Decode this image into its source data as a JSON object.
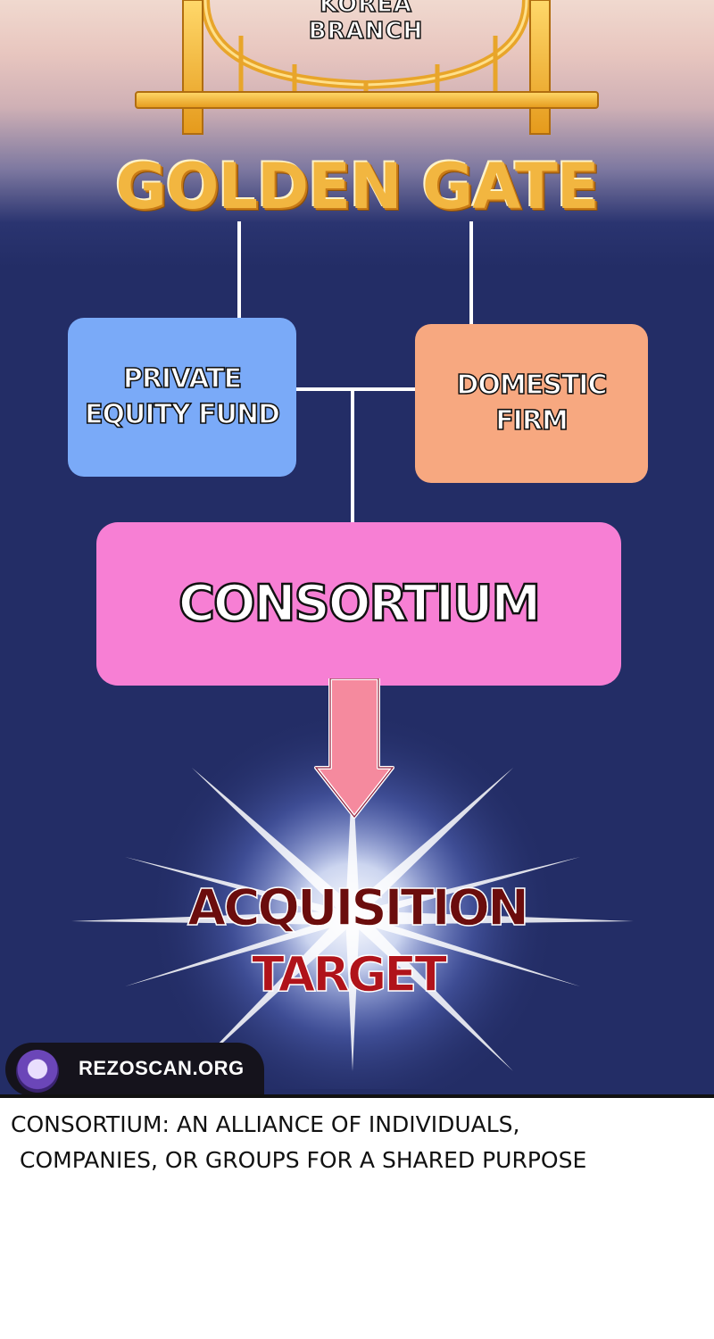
{
  "header": {
    "branch_label": "KOREA BRANCH",
    "company_name": "GOLDEN GATE"
  },
  "diagram": {
    "nodes": [
      {
        "id": "pef",
        "label": "PRIVATE\nEQUITY FUND",
        "color": "#7aaaf8"
      },
      {
        "id": "dom",
        "label": "DOMESTIC\nFIRM",
        "color": "#f7a880"
      },
      {
        "id": "cons",
        "label": "CONSORTIUM",
        "color": "#f77fd4"
      },
      {
        "id": "acq",
        "label": "ACQUISITION",
        "label2": "TARGET"
      }
    ],
    "edges": [
      {
        "from": "golden-gate",
        "to": "pef"
      },
      {
        "from": "golden-gate",
        "to": "dom"
      },
      {
        "from": "pef",
        "to": "cons"
      },
      {
        "from": "dom",
        "to": "cons"
      },
      {
        "from": "cons",
        "to": "acq"
      }
    ]
  },
  "watermark": {
    "text": "REZOSCAN.ORG"
  },
  "caption": {
    "line1": "CONSORTIUM: AN ALLIANCE OF INDIVIDUALS,",
    "line2": "COMPANIES, OR GROUPS FOR A SHARED PURPOSE"
  },
  "colors": {
    "background_navy": "#232d66",
    "gold": "#f2b640",
    "arrow_pink": "#f58a9e",
    "acquisition_dark_red": "#6b0d0d",
    "target_red": "#b0131a"
  }
}
